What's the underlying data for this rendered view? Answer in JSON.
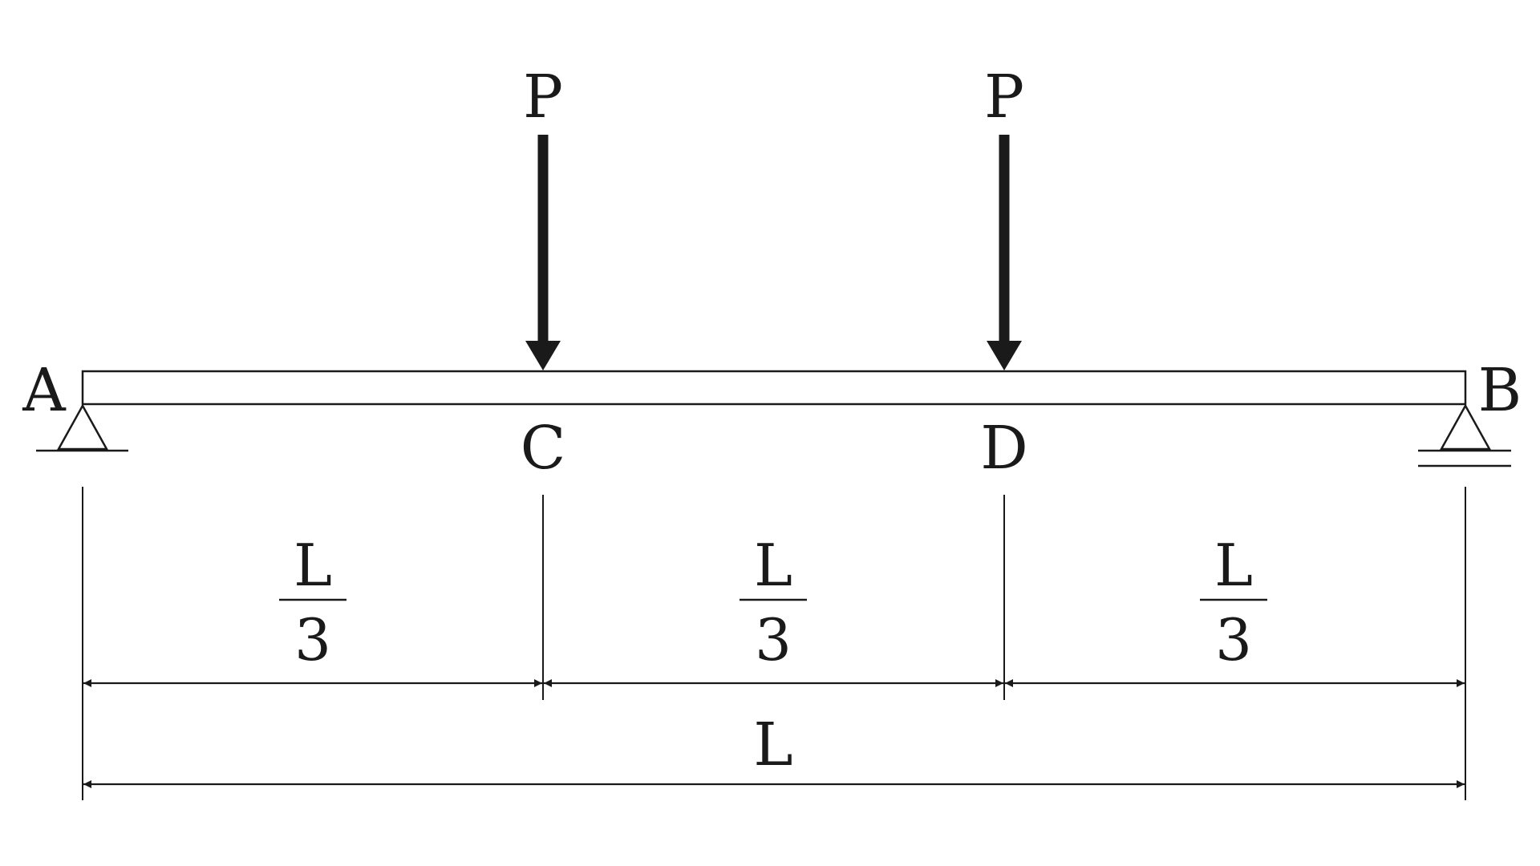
{
  "loads": [
    {
      "label": "P"
    },
    {
      "label": "P"
    }
  ],
  "points": {
    "a": "A",
    "b": "B",
    "c": "C",
    "d": "D"
  },
  "segments": [
    {
      "numerator": "L",
      "denominator": "3"
    },
    {
      "numerator": "L",
      "denominator": "3"
    },
    {
      "numerator": "L",
      "denominator": "3"
    }
  ],
  "total_length": "L",
  "colors": {
    "ink": "#1a1a1a",
    "background": "#ffffff"
  }
}
